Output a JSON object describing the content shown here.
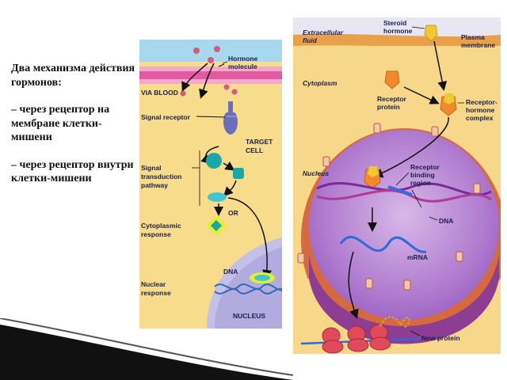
{
  "slide": {
    "title": "Два механизма действия гормонов:",
    "bullet_1": "– через рецептор на мембране клетки-мишени",
    "bullet_2": "– через рецептор внутри клетки-мишени"
  },
  "left_figure": {
    "hormone_molecule": "Hormone molecule",
    "via_blood": "VIA BLOOD",
    "signal_receptor": "Signal receptor",
    "target_cell": "TARGET CELL",
    "signal_transduction": "Signal transduction pathway",
    "or": "OR",
    "cytoplasmic_response": "Cytoplasmic response",
    "dna": "DNA",
    "nuclear_response": "Nuclear response",
    "nucleus": "NUCLEUS"
  },
  "right_figure": {
    "extracellular_fluid": "Extracellular fluid",
    "steroid_hormone": "Steroid hormone",
    "plasma_membrane": "Plasma membrane",
    "cytoplasm": "Cytoplasm",
    "receptor_protein": "Receptor protein",
    "receptor_hormone_complex": "Receptor-hormone complex",
    "nucleus": "Nucleus",
    "receptor_binding_region": "Receptor binding region",
    "dna": "DNA",
    "mrna": "mRNA",
    "new_protein": "New protein"
  }
}
